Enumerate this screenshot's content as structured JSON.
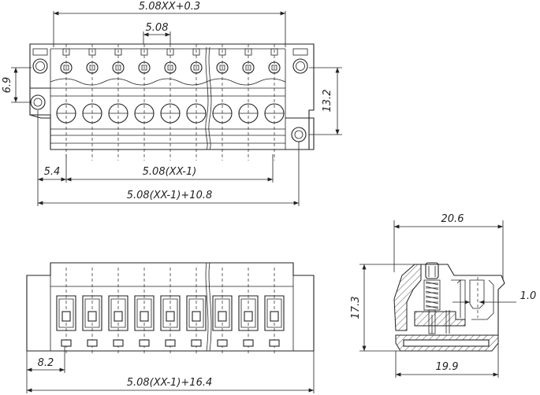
{
  "dimensions": {
    "top_width": "5.08XX+0.3",
    "pitch": "5.08",
    "height_left": "6.9",
    "height_right": "13.2",
    "offset_left": "5.4",
    "span_pins": "5.08(XX-1)",
    "total_top": "5.08(XX-1)+10.8",
    "offset_bottom": "8.2",
    "total_bottom": "5.08(XX-1)+16.4",
    "side_width_top": "20.6",
    "side_height": "17.3",
    "side_small": "1.0",
    "side_width_bottom": "19.9"
  },
  "views": {
    "top": {
      "pins": 9,
      "break_after": 6
    },
    "front": {
      "pins": 9,
      "break_after": 6
    },
    "side": {
      "hatched": true
    }
  }
}
